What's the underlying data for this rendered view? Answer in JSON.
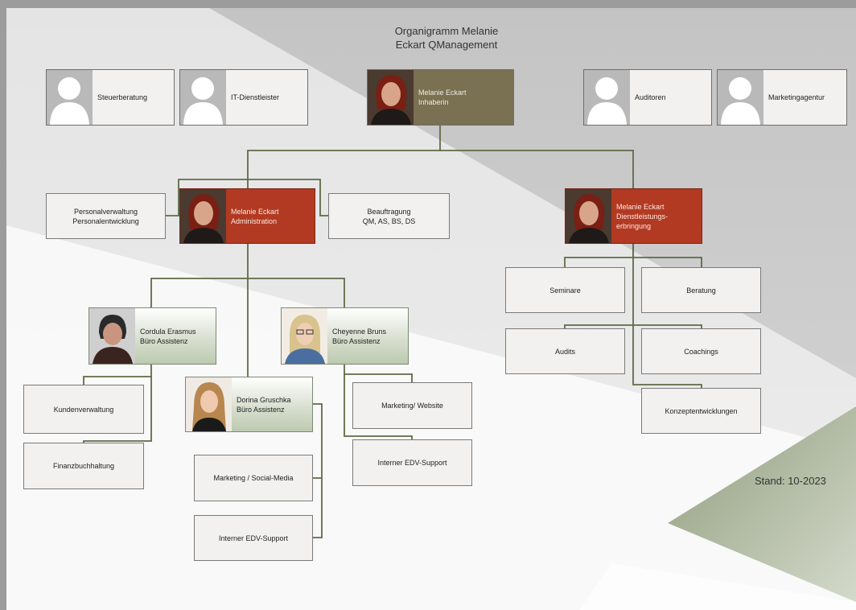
{
  "title": {
    "line1": "Organigramm Melanie",
    "line2": "Eckart QManagement"
  },
  "stand": "Stand: 10-2023",
  "external_partners": [
    {
      "label": "Steuerberatung"
    },
    {
      "label": "IT-Dienstleister"
    },
    {
      "label": "Auditoren"
    },
    {
      "label": "Marketingagentur"
    }
  ],
  "owner": {
    "name": "Melanie Eckart",
    "role": "Inhaberin"
  },
  "administration": {
    "name": "Melanie Eckart",
    "role": "Administration"
  },
  "dienstleistung": {
    "name": "Melanie Eckart",
    "role_line1": "Dienstleistungs-",
    "role_line2": "erbringung"
  },
  "staff_boxes": {
    "personal": {
      "line1": "Personalverwaltung",
      "line2": "Personalentwicklung"
    },
    "beauftragung": {
      "line1": "Beauftragung",
      "line2": "QM, AS, BS, DS"
    }
  },
  "assistants": {
    "cordula": {
      "name": "Cordula Erasmus",
      "role": "Büro Assistenz"
    },
    "cheyenne": {
      "name": "Cheyenne Bruns",
      "role": "Büro Assistenz"
    },
    "dorina": {
      "name": "Dorina Gruschka",
      "role": "Büro Assistenz"
    }
  },
  "tasks": {
    "kundenverwaltung": "Kundenverwaltung",
    "finanzbuchhaltung": "Finanzbuchhaltung",
    "marketing_social": "Marketing / Social-Media",
    "edv_support_dorina": "Interner EDV-Support",
    "marketing_website": "Marketing/ Website",
    "edv_support_cheyenne": "Interner EDV-Support"
  },
  "services": {
    "seminare": "Seminare",
    "beratung": "Beratung",
    "audits": "Audits",
    "coachings": "Coachings",
    "konzept": "Konzeptentwicklungen"
  },
  "colors": {
    "connector": "#5f6b46",
    "owner_card": "#7a7052",
    "lead_card": "#b23a22",
    "assistant_card": "#d9dfd0",
    "marker": "#b23a22"
  }
}
